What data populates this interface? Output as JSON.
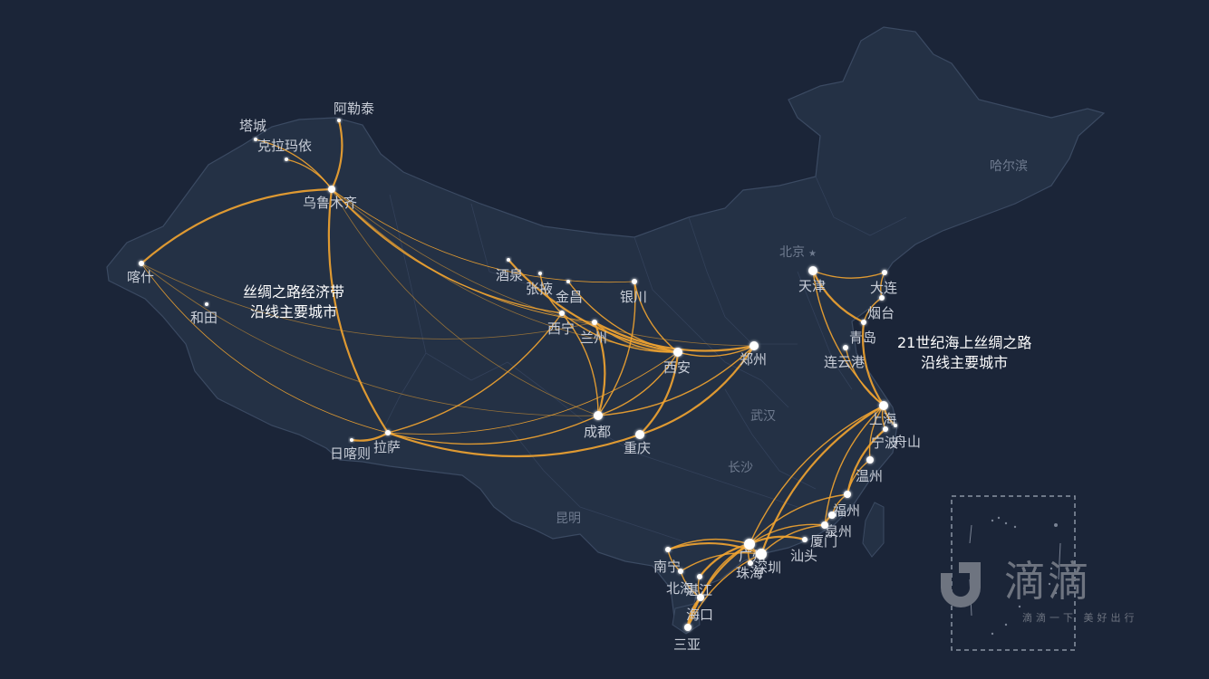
{
  "regions": {
    "silk_road_belt": [
      "丝绸之路经济带",
      "沿线主要城市"
    ],
    "maritime_silk_road": [
      "21世纪海上丝绸之路",
      "沿线主要城市"
    ]
  },
  "base_cities": [
    {
      "name": "哈尔滨"
    },
    {
      "name": "北京"
    },
    {
      "name": "武汉"
    },
    {
      "name": "长沙"
    },
    {
      "name": "昆明"
    }
  ],
  "cities": [
    {
      "name": "阿勒泰"
    },
    {
      "name": "塔城"
    },
    {
      "name": "克拉玛依"
    },
    {
      "name": "乌鲁木齐"
    },
    {
      "name": "喀什"
    },
    {
      "name": "和田"
    },
    {
      "name": "酒泉"
    },
    {
      "name": "张掖"
    },
    {
      "name": "金昌"
    },
    {
      "name": "银川"
    },
    {
      "name": "西宁"
    },
    {
      "name": "兰州"
    },
    {
      "name": "西安"
    },
    {
      "name": "郑州"
    },
    {
      "name": "成都"
    },
    {
      "name": "重庆"
    },
    {
      "name": "日喀则"
    },
    {
      "name": "拉萨"
    },
    {
      "name": "天津"
    },
    {
      "name": "大连"
    },
    {
      "name": "烟台"
    },
    {
      "name": "青岛"
    },
    {
      "name": "连云港"
    },
    {
      "name": "上海"
    },
    {
      "name": "宁波"
    },
    {
      "name": "舟山"
    },
    {
      "name": "温州"
    },
    {
      "name": "福州"
    },
    {
      "name": "泉州"
    },
    {
      "name": "厦门"
    },
    {
      "name": "汕头"
    },
    {
      "name": "广州"
    },
    {
      "name": "深圳"
    },
    {
      "name": "珠海"
    },
    {
      "name": "湛江"
    },
    {
      "name": "南宁"
    },
    {
      "name": "北海"
    },
    {
      "name": "海口"
    },
    {
      "name": "三亚"
    }
  ],
  "routes": [
    [
      "乌鲁木齐",
      "阿勒泰"
    ],
    [
      "乌鲁木齐",
      "塔城"
    ],
    [
      "乌鲁木齐",
      "克拉玛依"
    ],
    [
      "乌鲁木齐",
      "喀什"
    ],
    [
      "乌鲁木齐",
      "西安"
    ],
    [
      "乌鲁木齐",
      "兰州"
    ],
    [
      "乌鲁木齐",
      "成都"
    ],
    [
      "乌鲁木齐",
      "郑州"
    ],
    [
      "乌鲁木齐",
      "西宁"
    ],
    [
      "乌鲁木齐",
      "拉萨"
    ],
    [
      "乌鲁木齐",
      "银川"
    ],
    [
      "喀什",
      "拉萨"
    ],
    [
      "喀什",
      "成都"
    ],
    [
      "喀什",
      "兰州"
    ],
    [
      "拉萨",
      "成都"
    ],
    [
      "拉萨",
      "重庆"
    ],
    [
      "拉萨",
      "西安"
    ],
    [
      "拉萨",
      "西宁"
    ],
    [
      "日喀则",
      "拉萨"
    ],
    [
      "成都",
      "西安"
    ],
    [
      "成都",
      "郑州"
    ],
    [
      "成都",
      "兰州"
    ],
    [
      "成都",
      "银川"
    ],
    [
      "成都",
      "西宁"
    ],
    [
      "重庆",
      "西安"
    ],
    [
      "兰州",
      "西安"
    ],
    [
      "西宁",
      "西安"
    ],
    [
      "兰州",
      "郑州"
    ],
    [
      "银川",
      "西安"
    ],
    [
      "西安",
      "郑州"
    ],
    [
      "酒泉",
      "西安"
    ],
    [
      "张掖",
      "西宁"
    ],
    [
      "金昌",
      "西安"
    ],
    [
      "重庆",
      "郑州"
    ],
    [
      "天津",
      "大连"
    ],
    [
      "天津",
      "上海"
    ],
    [
      "天津",
      "青岛"
    ],
    [
      "大连",
      "烟台"
    ],
    [
      "烟台",
      "青岛"
    ],
    [
      "青岛",
      "上海"
    ],
    [
      "连云港",
      "上海"
    ],
    [
      "上海",
      "宁波"
    ],
    [
      "上海",
      "舟山"
    ],
    [
      "上海",
      "温州"
    ],
    [
      "上海",
      "广州"
    ],
    [
      "宁波",
      "福州"
    ],
    [
      "温州",
      "福州"
    ],
    [
      "福州",
      "泉州"
    ],
    [
      "泉州",
      "厦门"
    ],
    [
      "厦门",
      "广州"
    ],
    [
      "厦门",
      "深圳"
    ],
    [
      "汕头",
      "广州"
    ],
    [
      "广州",
      "深圳"
    ],
    [
      "广州",
      "珠海"
    ],
    [
      "广州",
      "湛江"
    ],
    [
      "广州",
      "南宁"
    ],
    [
      "广州",
      "海口"
    ],
    [
      "广州",
      "三亚"
    ],
    [
      "深圳",
      "三亚"
    ],
    [
      "深圳",
      "北海"
    ],
    [
      "深圳",
      "南宁"
    ],
    [
      "湛江",
      "海口"
    ],
    [
      "北海",
      "海口"
    ],
    [
      "海口",
      "三亚"
    ],
    [
      "南宁",
      "北海"
    ],
    [
      "福州",
      "广州"
    ],
    [
      "上海",
      "深圳"
    ],
    [
      "上海",
      "厦门"
    ]
  ],
  "logo": {
    "name": "滴滴",
    "slogan": "滴滴一下 美好出行"
  },
  "colors": {
    "background": "#1b2538",
    "land": "#243145",
    "border": "#3b4a62",
    "route": "#f3a530",
    "city_dot": "#ffffff",
    "city_label": "#c9ced8",
    "base_label": "#6f7b8f"
  }
}
